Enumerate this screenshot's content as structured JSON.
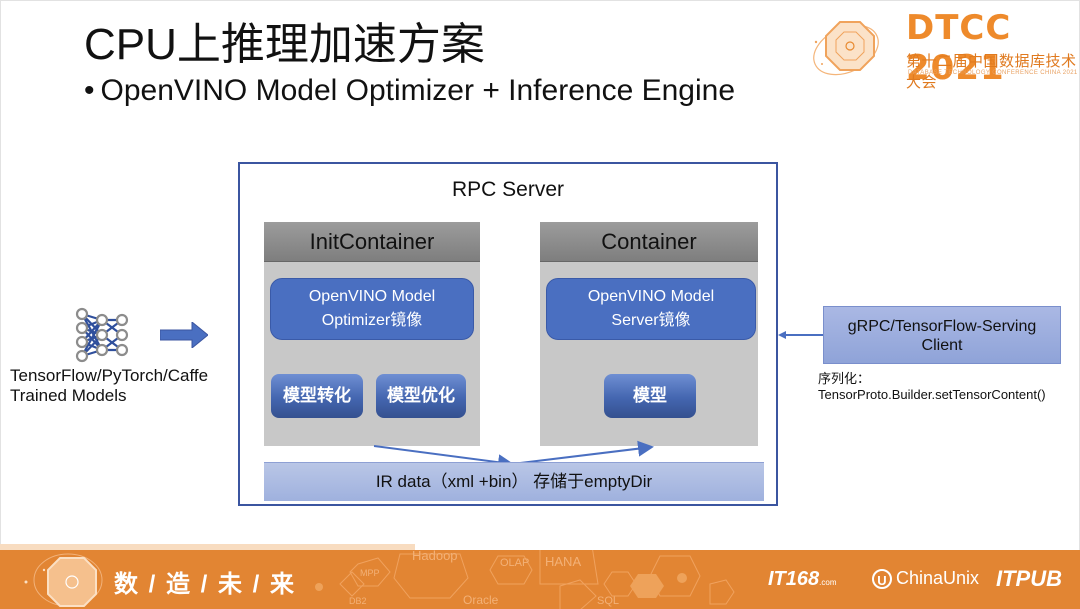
{
  "slide": {
    "title": "CPU上推理加速方案",
    "bullet": "OpenVINO Model Optimizer + Inference Engine",
    "bullet_marker": "•"
  },
  "logo": {
    "main": "DTCC 2021",
    "cn": "第十二届中国数据库技术大会",
    "en": "DATABASE TECHNOLOGY CONFERENCE CHINA 2021",
    "accent_color": "#ee8a2b"
  },
  "diagram": {
    "source": {
      "icon": "neural-network-icon",
      "label_line1": "TensorFlow/PyTorch/Caffe",
      "label_line2": "Trained Models"
    },
    "rpc_server": {
      "title": "RPC Server",
      "init_container": {
        "title": "InitContainer",
        "image_line1": "OpenVINO Model",
        "image_line2": "Optimizer镜像",
        "ops": [
          "模型转化",
          "模型优化"
        ]
      },
      "container": {
        "title": "Container",
        "image_line1": "OpenVINO Model",
        "image_line2": "Server镜像",
        "ops": [
          "模型"
        ]
      },
      "storage": "IR data（xml +bin） 存储于emptyDir"
    },
    "client": {
      "line1": "gRPC/TensorFlow-Serving",
      "line2": "Client",
      "note_line1": "序列化：",
      "note_line2": "TensorProto.Builder.setTensorContent()"
    },
    "colors": {
      "box_blue": "#4a6fc1",
      "border_blue": "#3b55a0",
      "container_gray": "#c8c8c8",
      "storage_blue": "#a9b8e2"
    }
  },
  "footer": {
    "slogan": "数 / 造 / 未 / 来",
    "bg_color": "#e28533",
    "tags": [
      "Hadoop",
      "MPP",
      "DB2",
      "OLAP",
      "HANA",
      "Oracle",
      "SQL"
    ],
    "sponsors": {
      "it168": "IT168",
      "it168_suffix": ".com",
      "chinaunix": "ChinaUnix",
      "chinaunix_mark": "U",
      "itpub": "ITPUB"
    }
  }
}
